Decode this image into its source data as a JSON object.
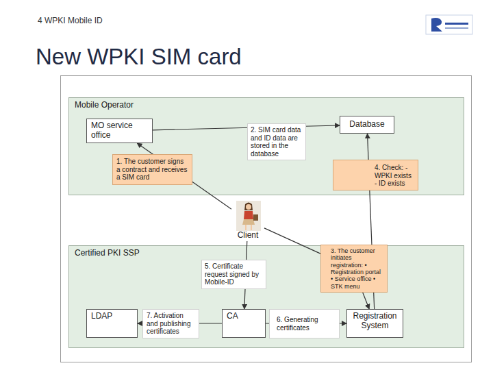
{
  "diagram": {
    "title": "New WPKI SIM card",
    "nodes": [
      {
        "text": [
          "Mobile Operator"
        ]
      },
      {
        "text": [
          "MO service office"
        ],
        "in": 0
      },
      {
        "text": [
          "Database"
        ],
        "in": 0
      },
      {
        "text": [
          "2. SIM card data and ID data are stored in the database"
        ],
        "in": 0
      },
      {
        "text": [
          "1. The customer signs a contract and receives a SIM card"
        ],
        "in": 0
      },
      {
        "text": [
          "4. Check: - WPKI exists - ID exists"
        ],
        "in": 0
      },
      {
        "text": [
          "Client"
        ]
      },
      {
        "text": [
          "Certified PKI SSP"
        ]
      },
      {
        "text": [
          "3. The customer initiates registration: • Registration portal • Service office • STK menu"
        ],
        "in": 7
      },
      {
        "text": [
          "5. Certificate request signed by Mobile-ID"
        ],
        "in": 7
      },
      {
        "text": [
          "LDAP"
        ],
        "in": 7
      },
      {
        "text": [
          "7. Activation and publishing certificates"
        ],
        "in": 7
      },
      {
        "text": [
          "CA"
        ],
        "in": 7
      },
      {
        "text": [
          "6. Generating certificates"
        ],
        "in": 7
      },
      {
        "text": [
          "Registration System"
        ],
        "in": 7
      }
    ],
    "edges": [
      {
        "from": 6,
        "to": 1,
        "arrow": "to"
      },
      {
        "from": 1,
        "to": 2,
        "arrow": "to"
      },
      {
        "from": 14,
        "to": 2,
        "arrow": "to"
      },
      {
        "from": 6,
        "to": 14,
        "arrow": "to"
      },
      {
        "from": 6,
        "to": 12,
        "arrow": "to"
      },
      {
        "from": 12,
        "to": 14,
        "arrow": "to"
      },
      {
        "from": 12,
        "to": 10,
        "arrow": "to"
      }
    ],
    "labels": [
      "4 WPKI Mobile ID"
    ]
  }
}
